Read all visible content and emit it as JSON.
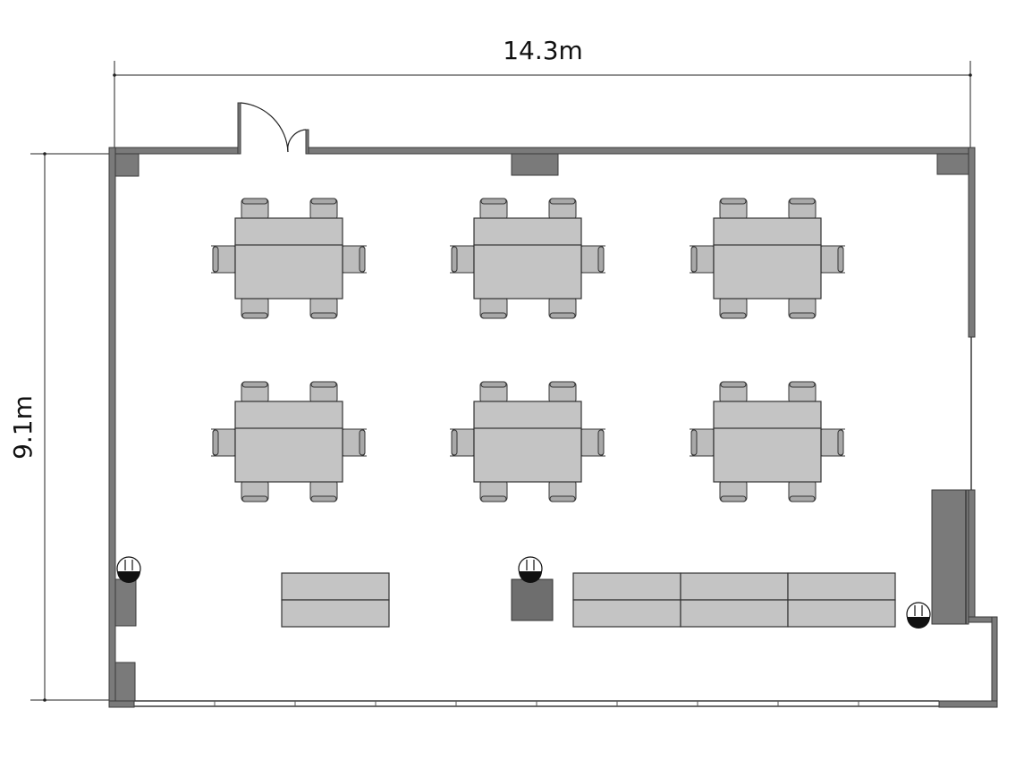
{
  "dimensions": {
    "width_label": "14.3m",
    "height_label": "9.1m"
  },
  "colors": {
    "wall": "#7a7a7a",
    "furniture": "#c4c4c4",
    "chair": "#bdbdbd",
    "dark_box": "#6e6e6e"
  },
  "table_groups": [
    {
      "row": 1,
      "col": 1
    },
    {
      "row": 1,
      "col": 2
    },
    {
      "row": 1,
      "col": 3
    },
    {
      "row": 2,
      "col": 1
    },
    {
      "row": 2,
      "col": 2
    },
    {
      "row": 2,
      "col": 3
    }
  ],
  "icons": {
    "door": "door-swing-icon",
    "outlet": "outlet-icon"
  }
}
